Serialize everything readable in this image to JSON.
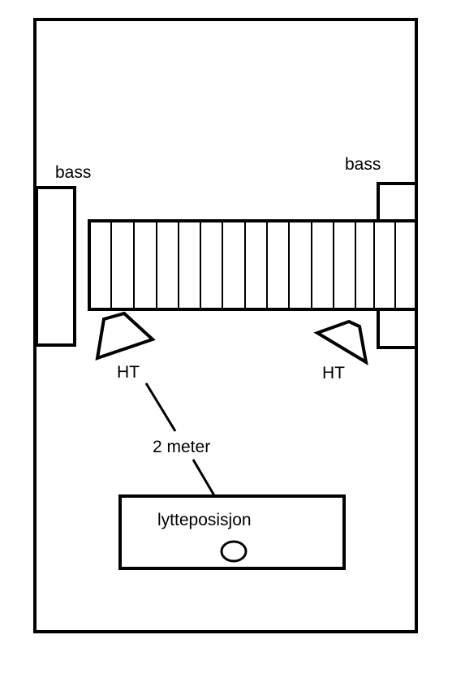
{
  "labels": {
    "bass_left": "bass",
    "bass_right": "bass",
    "ht_left": "HT",
    "ht_right": "HT",
    "distance": "2 meter",
    "listening_position": "lytteposisjon"
  },
  "colors": {
    "line": "#000000",
    "background": "#ffffff"
  }
}
